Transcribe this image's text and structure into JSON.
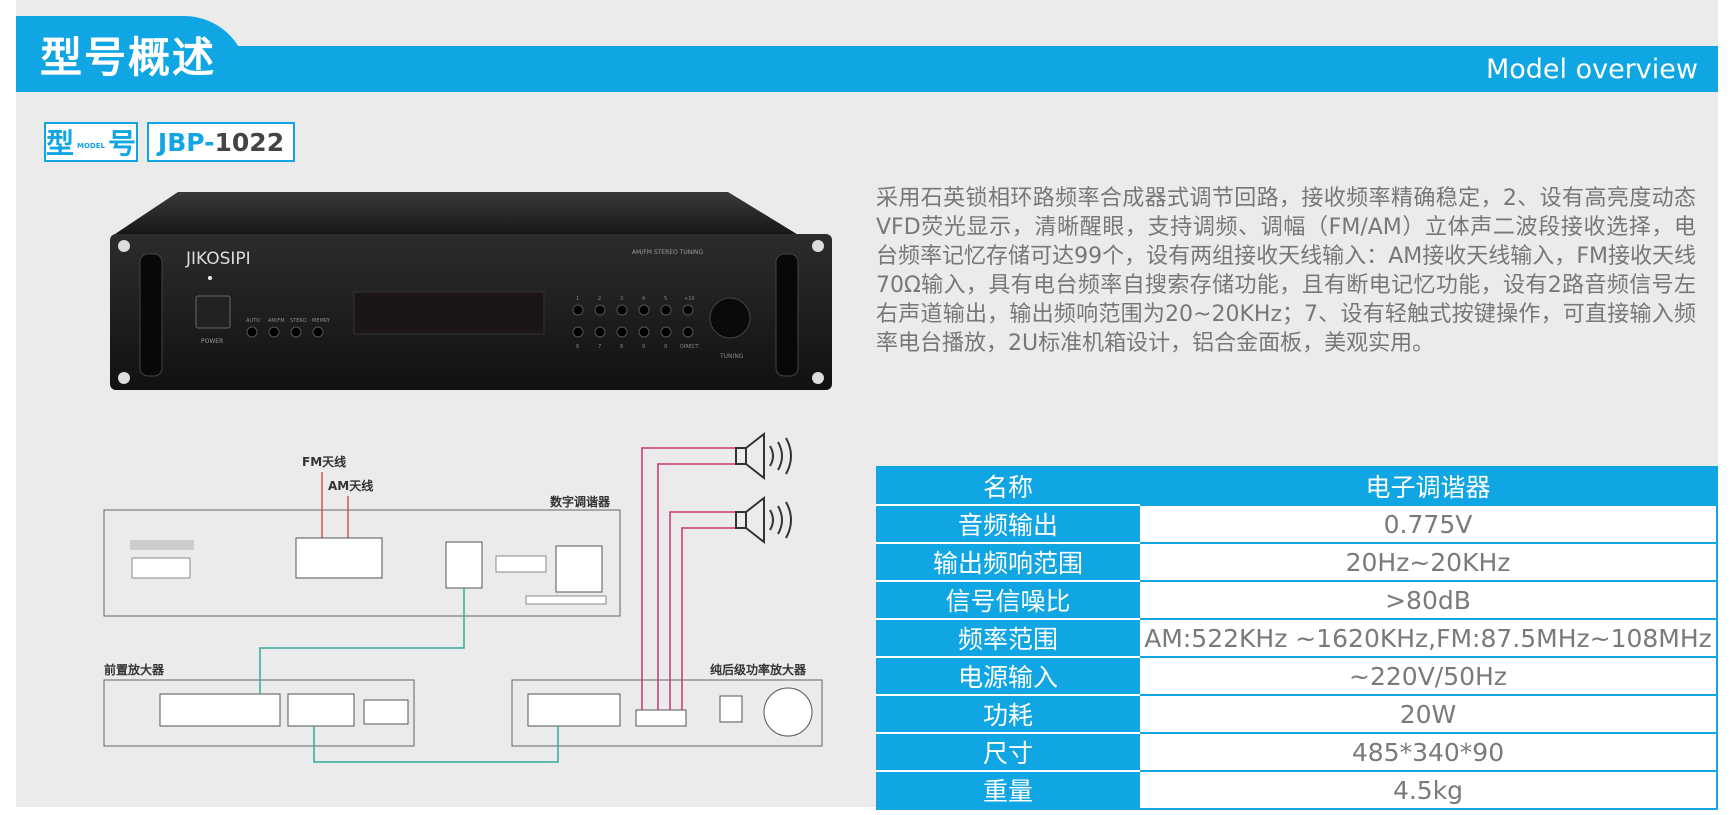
{
  "header": {
    "title": "型号概述",
    "subtitle_en": "Model overview"
  },
  "model": {
    "label_left": "型",
    "label_small": "MODEL",
    "label_right": "号",
    "prefix": "JBP-",
    "number": "1022"
  },
  "device": {
    "brand": "JIKOSIPI",
    "top_label": "AM/FM STEREO TUNING",
    "power_label": "POWER",
    "tuning_label": "TUNING",
    "left_keys": [
      "AUTO",
      "AM/FM",
      "STERO",
      "MEMRY"
    ],
    "num_top": [
      "1",
      "2",
      "3",
      "4",
      "5",
      "+10"
    ],
    "num_bottom": [
      "6",
      "7",
      "8",
      "9",
      "0",
      "DIRECT"
    ]
  },
  "description": "采用石英锁相环路频率合成器式调节回路，接收频率精确稳定，2、设有高亮度动态VFD荧光显示，清晰醒眼，支持调频、调幅（FM/AM）立体声二波段接收选择，电台频率记忆存储可达99个，设有两组接收天线输入：AM接收天线输入，FM接收天线70Ω输入，具有电台频率自搜索存储功能，且有断电记忆功能，设有2路音频信号左右声道输出，输出频响范围为20~20KHz；7、设有轻触式按键操作，可直接输入频率电台播放，2U标准机箱设计，铝合金面板，美观实用。",
  "diagram": {
    "fm_antenna": "FM天线",
    "am_antenna": "AM天线",
    "tuner": "数字调谐器",
    "preamp": "前置放大器",
    "poweramp": "纯后级功率放大器"
  },
  "specs": {
    "header": {
      "key": "名称",
      "value": "电子调谐器"
    },
    "rows": [
      {
        "key": "音频输出",
        "value": "0.775V"
      },
      {
        "key": "输出频响范围",
        "value": "20Hz~20KHz"
      },
      {
        "key": "信号信噪比",
        "value": ">80dB"
      },
      {
        "key": "频率范围",
        "value": "AM:522KHz ~1620KHz,FM:87.5MHz~108MHz"
      },
      {
        "key": "电源输入",
        "value": "~220V/50Hz"
      },
      {
        "key": "功耗",
        "value": "20W"
      },
      {
        "key": "尺寸",
        "value": "485*340*90"
      },
      {
        "key": "重量",
        "value": "4.5kg"
      }
    ]
  },
  "colors": {
    "accent": "#10a5e3",
    "background": "#ebebeb",
    "text": "#777777"
  }
}
